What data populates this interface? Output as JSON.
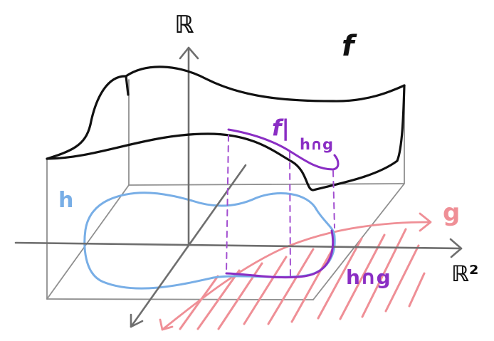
{
  "labels": {
    "r_axis": "ℝ",
    "r2_axis": "ℝ²",
    "f": "f",
    "h": "h",
    "g": "g",
    "restriction_main": "f|",
    "restriction_sub": "h∩g",
    "intersection": "h∩g"
  },
  "colors": {
    "axis": "#6e6e6e",
    "grid": "#9a9a9a",
    "surface": "#111111",
    "h": "#78aee6",
    "g": "#ef8f96",
    "restriction": "#8a2ec4",
    "text": "#111111"
  }
}
